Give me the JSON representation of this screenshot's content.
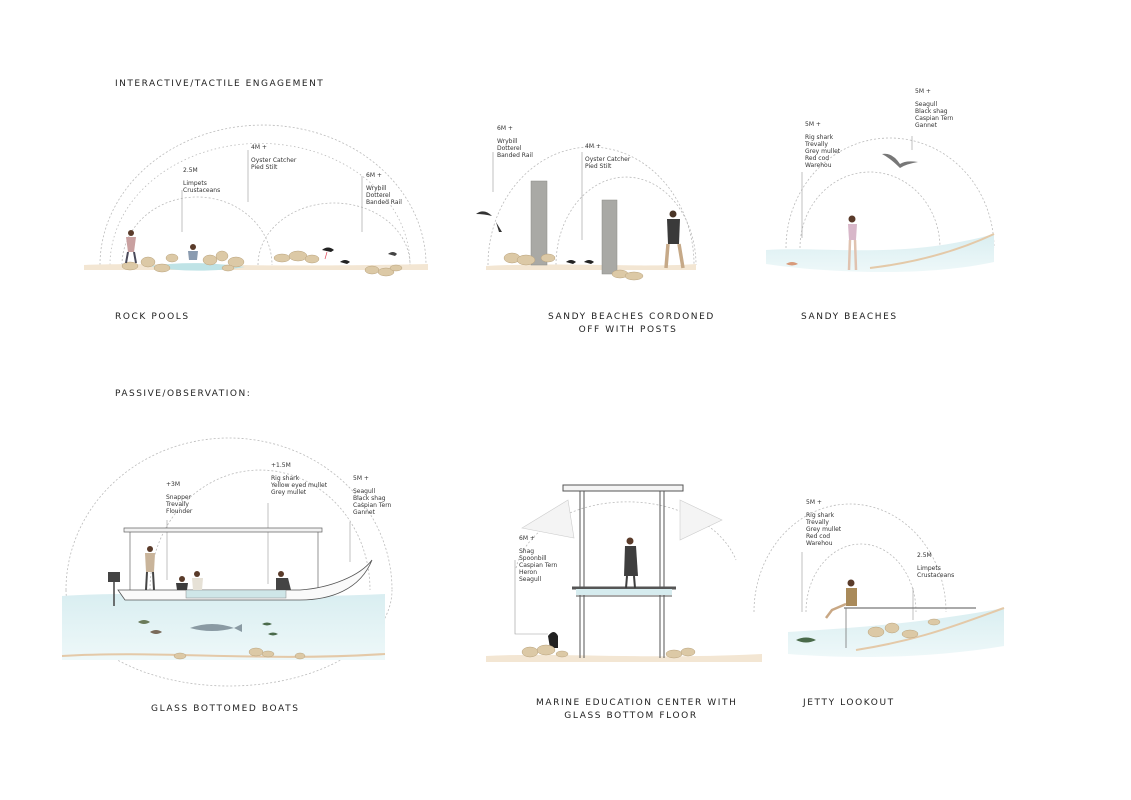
{
  "sections": {
    "interactive": "INTERACTIVE/TACTILE ENGAGEMENT",
    "passive": "PASSIVE/OBSERVATION:"
  },
  "panels": {
    "rock_pools": {
      "title": [
        "ROCK POOLS"
      ],
      "labels": [
        {
          "dist": "2.5M",
          "species": [
            "Limpets",
            "Crustaceans"
          ]
        },
        {
          "dist": "4M +",
          "species": [
            "Oyster Catcher",
            "Pied Stilt"
          ]
        },
        {
          "dist": "6M +",
          "species": [
            "Wrybill",
            "Dotterel",
            "Banded Rail"
          ]
        }
      ]
    },
    "cordoned": {
      "title": [
        "SANDY BEACHES CORDONED",
        "OFF WITH POSTS"
      ],
      "labels": [
        {
          "dist": "6M +",
          "species": [
            "Wrybill",
            "Dotterel",
            "Banded Rail"
          ]
        },
        {
          "dist": "4M +",
          "species": [
            "Oyster Catcher",
            "Pied Stilt"
          ]
        }
      ]
    },
    "sandy": {
      "title": [
        "SANDY BEACHES"
      ],
      "labels": [
        {
          "dist": "5M +",
          "species": [
            "Rig shark",
            "Trevally",
            "Grey mullet",
            "Red cod",
            "Warehou"
          ]
        },
        {
          "dist": "5M +",
          "species": [
            "Seagull",
            "Black shag",
            "Caspian Tern",
            "Gannet"
          ]
        }
      ]
    },
    "boats": {
      "title": [
        "GLASS BOTTOMED BOATS"
      ],
      "labels": [
        {
          "dist": "+3M",
          "species": [
            "Snapper",
            "Trevally",
            "Flounder"
          ]
        },
        {
          "dist": "+1.5M",
          "species": [
            "Rig shark",
            "Yellow eyed mullet",
            "Grey mullet"
          ]
        },
        {
          "dist": "5M +",
          "species": [
            "Seagull",
            "Black shag",
            "Caspian Tern",
            "Gannet"
          ]
        }
      ]
    },
    "marine": {
      "title": [
        "MARINE EDUCATION CENTER WITH",
        "GLASS BOTTOM FLOOR"
      ],
      "labels": [
        {
          "dist": "6M +",
          "species": [
            "Shag",
            "Spoonbill",
            "Caspian Tern",
            "Heron",
            "Seagull"
          ]
        }
      ]
    },
    "jetty": {
      "title": [
        "JETTY LOOKOUT"
      ],
      "labels": [
        {
          "dist": "5M +",
          "species": [
            "Rig shark",
            "Trevally",
            "Grey mullet",
            "Red cod",
            "Warehou"
          ]
        },
        {
          "dist": "2.5M",
          "species": [
            "Limpets",
            "Crustaceans"
          ]
        }
      ]
    }
  }
}
